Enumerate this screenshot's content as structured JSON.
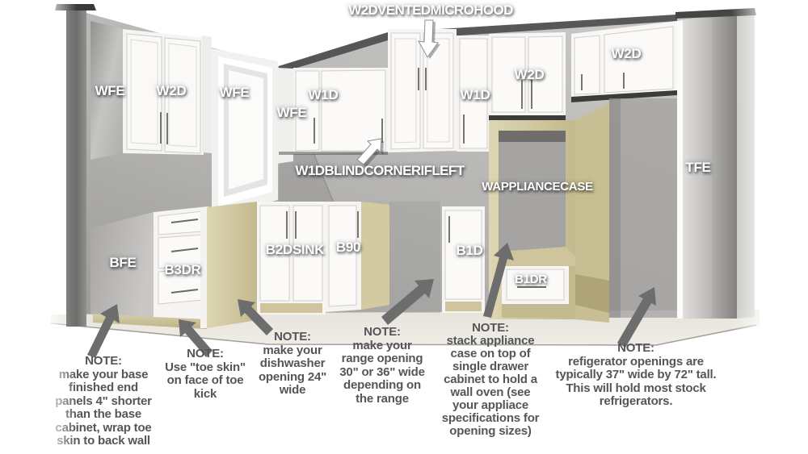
{
  "diagram": {
    "description": "3D kitchen cabinet layout rendering with cabinet part labels and installation notes",
    "labels": [
      {
        "id": "microhood",
        "text": "W2DVENTEDMICROHOOD"
      },
      {
        "id": "wfe-left-panel",
        "text": "WFE"
      },
      {
        "id": "w2d-left",
        "text": "W2D"
      },
      {
        "id": "wfe-window",
        "text": "WFE"
      },
      {
        "id": "wfe-back-wall",
        "text": "WFE"
      },
      {
        "id": "w1d-left",
        "text": "W1D"
      },
      {
        "id": "w1d-right",
        "text": "W1D"
      },
      {
        "id": "w2d-appliance",
        "text": "W2D"
      },
      {
        "id": "w2d-fridge",
        "text": "W2D"
      },
      {
        "id": "tfe",
        "text": "TFE"
      },
      {
        "id": "blind-corner",
        "text": "W1DBLINDCORNERIFLEFT"
      },
      {
        "id": "appliance-case",
        "text": "WAPPLIANCECASE"
      },
      {
        "id": "bfe",
        "text": "BFE"
      },
      {
        "id": "b3dr",
        "text": "B3DR"
      },
      {
        "id": "b2dsink",
        "text": "B2DSINK"
      },
      {
        "id": "b90",
        "text": "B90"
      },
      {
        "id": "b1d",
        "text": "B1D"
      },
      {
        "id": "b1dr",
        "text": "B1DR"
      }
    ],
    "notes": [
      {
        "id": "base-end-panels",
        "text": "NOTE:\nmake your base\nfinished end\npanels 4\" shorter\nthan the base\ncabinet, wrap toe\nskin to back wall"
      },
      {
        "id": "toe-skin",
        "text": "NOTE:\nUse \"toe skin\"\non face of toe\nkick"
      },
      {
        "id": "dishwasher",
        "text": "NOTE:\nmake your\ndishwasher\nopening 24\"\nwide"
      },
      {
        "id": "range",
        "text": "NOTE:\nmake your\nrange opening\n30\" or 36\" wide\ndepending on\nthe range"
      },
      {
        "id": "appliance-stack",
        "text": "NOTE:\nstack appliance\ncase on top of\nsingle drawer\ncabinet to hold a\nwall oven (see\nyour appliace\nspecifications for\nopening sizes)"
      },
      {
        "id": "refrigerator",
        "text": "NOTE:\nrefigerator openings are\ntypically 37\" wide by 72\" tall.\nThis will hold most stock\nrefrigerators."
      }
    ],
    "colors": {
      "label_text": "#ffffff",
      "note_text": "#55555a",
      "arrow": "#6d6d6d",
      "wall": "#b2b1af",
      "floor": "#ebe8e1",
      "cabinet_white": "#f7f6f4",
      "wood_tan": "#d6cda7",
      "gray_panel": "#b5b4b2"
    }
  }
}
